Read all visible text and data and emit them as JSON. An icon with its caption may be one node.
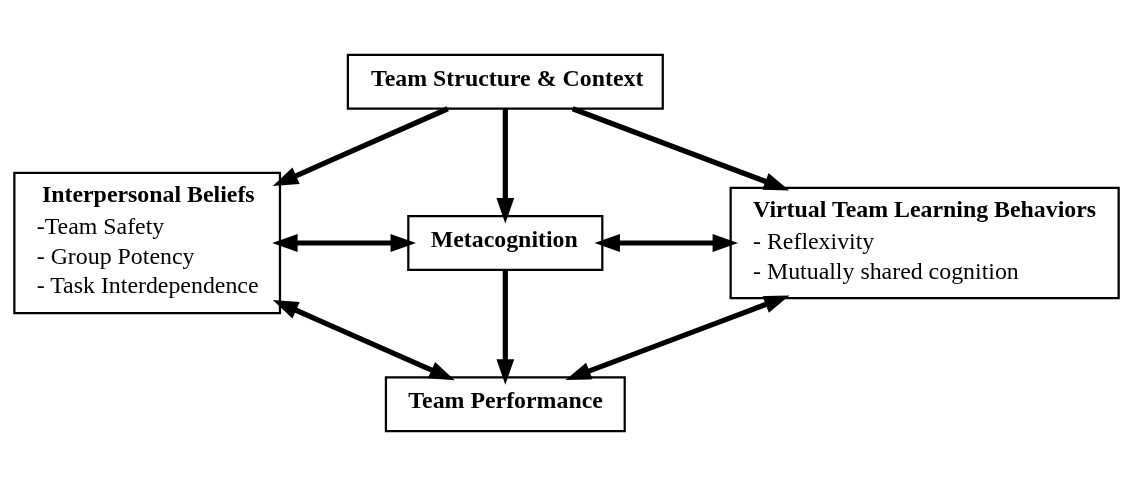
{
  "diagram": {
    "nodes": [
      {
        "text": [
          "Team Structure & Context"
        ]
      },
      {
        "text": [
          "Interpersonal Beliefs",
          "-Team Safety",
          "- Group Potency",
          "- Task Interdependence"
        ]
      },
      {
        "text": [
          "Metacognition"
        ]
      },
      {
        "text": [
          "Virtual Team Learning Behaviors",
          "- Reflexivity",
          "- Mutually shared cognition"
        ]
      },
      {
        "text": [
          "Team Performance"
        ]
      }
    ],
    "edges": [
      {
        "from": 0,
        "to": 1,
        "arrow": "to"
      },
      {
        "from": 0,
        "to": 2,
        "arrow": "to"
      },
      {
        "from": 0,
        "to": 3,
        "arrow": "to"
      },
      {
        "from": 1,
        "to": 2,
        "arrow": "both"
      },
      {
        "from": 2,
        "to": 3,
        "arrow": "both"
      },
      {
        "from": 2,
        "to": 4,
        "arrow": "to"
      },
      {
        "from": 1,
        "to": 4,
        "arrow": "both"
      },
      {
        "from": 3,
        "to": 4,
        "arrow": "both"
      }
    ]
  }
}
